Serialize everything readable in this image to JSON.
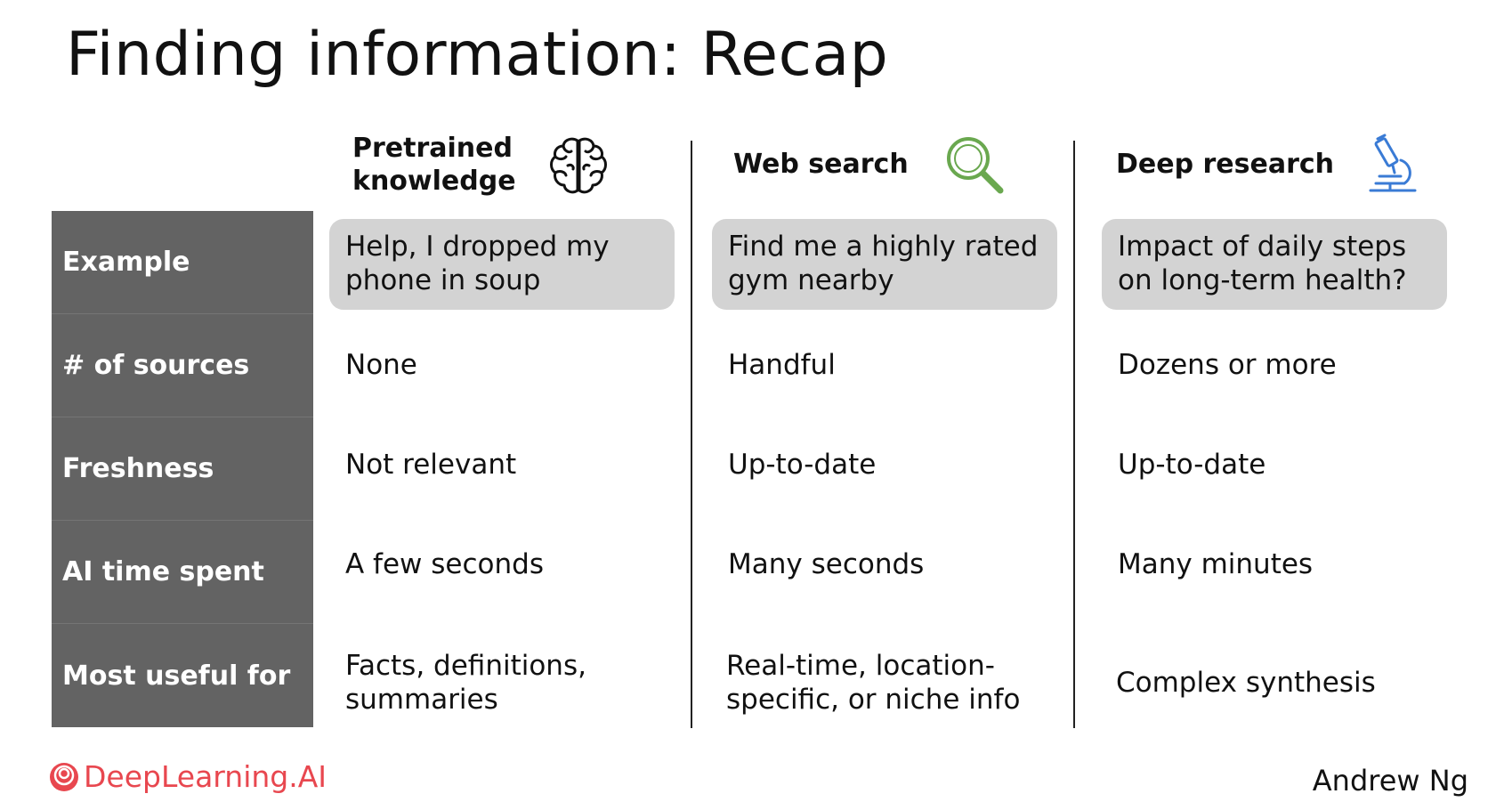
{
  "slide": {
    "title": "Finding information: Recap",
    "author": "Andrew Ng",
    "brand": "DeepLearning.AI"
  },
  "row_labels": [
    "Example",
    "# of sources",
    "Freshness",
    "AI time spent",
    "Most useful for"
  ],
  "columns": [
    {
      "header_line1": "Pretrained",
      "header_line2": "knowledge",
      "icon": "brain-icon",
      "example_line1": "Help, I dropped my",
      "example_line2": "phone in soup",
      "sources": "None",
      "freshness": "Not relevant",
      "time": "A few seconds",
      "useful_line1": "Facts, definitions,",
      "useful_line2": "summaries"
    },
    {
      "header_line1": "Web search",
      "icon": "magnifier-icon",
      "example_line1": "Find me a highly rated",
      "example_line2": "gym nearby",
      "sources": "Handful",
      "freshness": "Up-to-date",
      "time": "Many seconds",
      "useful_line1": "Real-time, location-",
      "useful_line2": "specific, or niche info"
    },
    {
      "header_line1": "Deep research",
      "icon": "microscope-icon",
      "example_line1": "Impact of daily steps",
      "example_line2": "on long-term health?",
      "sources": "Dozens or more",
      "freshness": "Up-to-date",
      "time": "Many minutes",
      "useful_line1": "Complex synthesis"
    }
  ],
  "colors": {
    "label_bg": "#636363",
    "pill_bg": "#d3d3d3",
    "search_icon": "#6aa84f",
    "microscope_icon": "#3a7bd5",
    "brand": "#e8474f"
  }
}
